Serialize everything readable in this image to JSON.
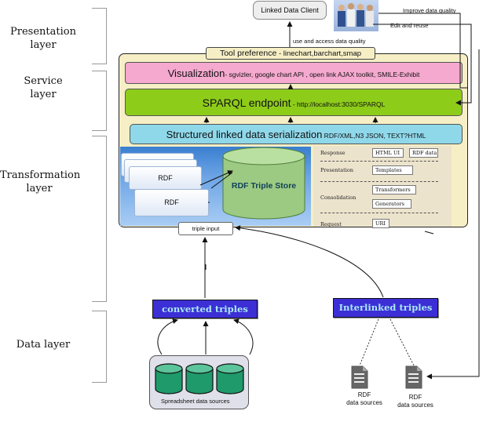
{
  "layers": {
    "presentation": "Presentation\nlayer",
    "service": "Service\nlayer",
    "transformation": "Transformation\nlayer",
    "data": "Data layer"
  },
  "top": {
    "client": "Linked Data Client",
    "use_access": "use and access data quality",
    "improve": "Improve data quality",
    "edit_reuse": "Edit and reuse"
  },
  "tool_pref": {
    "title": "Tool preference",
    "detail": " - linechart,barchart,smap"
  },
  "visualization": {
    "title": "Visualization",
    "detail": "- sgvizler, google chart API , open link AJAX toolkit, SMILE-Exhibit"
  },
  "sparql": {
    "title": "SPARQL endpoint",
    "detail": " - http://localhost:3030/SPARQL"
  },
  "serialization": {
    "title": "Structured linked data serialization",
    "detail": " RDF/XML,N3 JSON, TEXT?HTML"
  },
  "store": {
    "card_a": "RDF",
    "card_b": "RDF",
    "store_label": "RDF Triple Store"
  },
  "panel": {
    "response": "Response",
    "presentation": "Presentation",
    "consolidation": "Consolidation",
    "request": "Request",
    "html_ui": "HTML UI",
    "rdf_data": "RDF data",
    "templates": "Templates",
    "transformers": "Transformers",
    "generators": "Generators",
    "uri": "URI"
  },
  "triple_input": "triple input",
  "data": {
    "converted": "converted triples",
    "interlinked": "Interlinked triples",
    "spreadsheet": "Spreadsheet data sources",
    "rdf1_line1": "RDF",
    "rdf1_line2": "data sources",
    "rdf2_line1": "RDF",
    "rdf2_line2": "data sources"
  }
}
